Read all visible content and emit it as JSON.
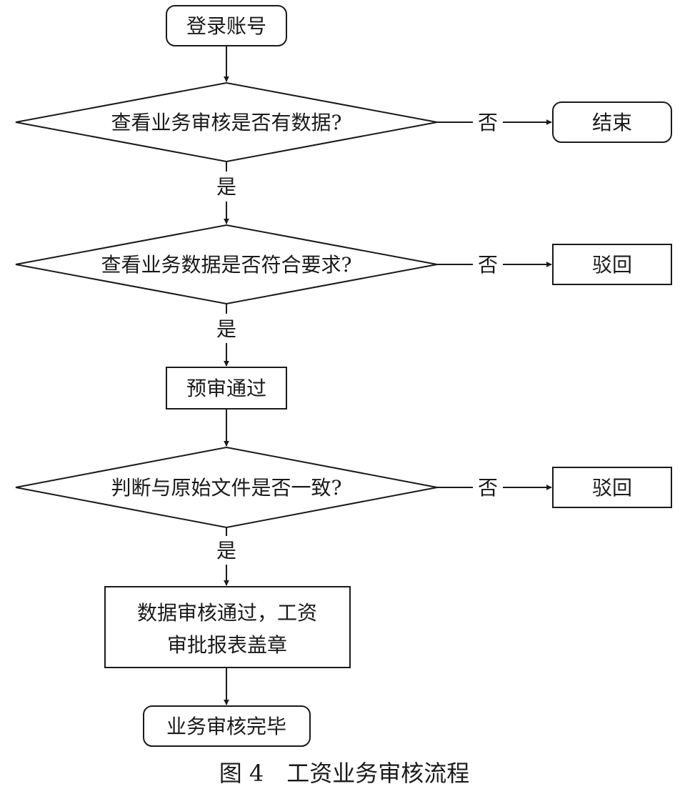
{
  "nodes": {
    "login": "登录账号",
    "check_data": "查看业务审核是否有数据?",
    "end": "结束",
    "check_requirements": "查看业务数据是否符合要求?",
    "reject_1": "驳回",
    "pre_approved": "预审通过",
    "check_original": "判断与原始文件是否一致?",
    "reject_2": "驳回",
    "approved_line1": "数据审核通过，工资",
    "approved_line2": "审批报表盖章",
    "complete": "业务审核完毕"
  },
  "edges": {
    "yes_1": "是",
    "no_1": "否",
    "yes_2": "是",
    "no_2": "否",
    "yes_3": "是",
    "no_3": "否"
  },
  "caption": "图 4　工资业务审核流程"
}
